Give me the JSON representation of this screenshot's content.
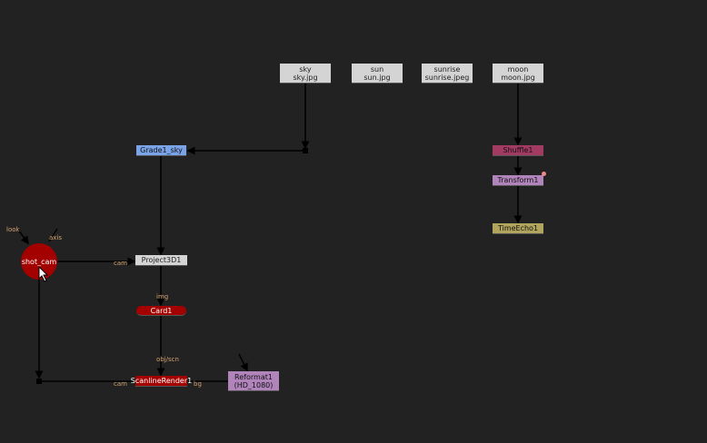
{
  "nodes": {
    "sky": {
      "name": "sky",
      "file": "sky.jpg"
    },
    "sun": {
      "name": "sun",
      "file": "sun.jpg"
    },
    "sunrise": {
      "name": "sunrise",
      "file": "sunrise.jpeg"
    },
    "moon": {
      "name": "moon",
      "file": "moon.jpg"
    },
    "grade": "Grade1_sky",
    "shuffle": "Shuffle1",
    "transform": "Transform1",
    "timeecho": "TimeEcho1",
    "camera": "shot_cam",
    "project": "Project3D1",
    "card": "Card1",
    "scanline": "ScanlineRender1",
    "reformat": {
      "name": "Reformat1",
      "format": "(HD_1080)"
    }
  },
  "inputs": {
    "look": "look",
    "axis": "axis",
    "cam1": "cam",
    "img": "img",
    "objscn": "obj/scn",
    "cam2": "cam",
    "bg": "bg"
  },
  "colors": {
    "background": "#222222",
    "grade": "#7aa3e8",
    "shuffle": "#a33a62",
    "transform": "#b184bb",
    "timeecho": "#b1a45c",
    "camera": "#a30000",
    "reformat": "#b184bb"
  }
}
